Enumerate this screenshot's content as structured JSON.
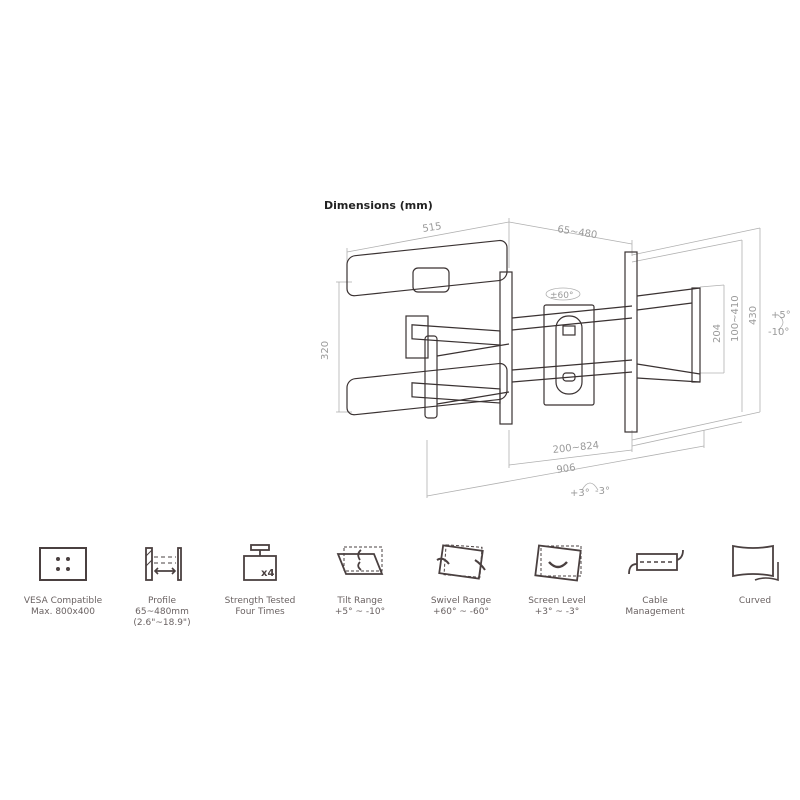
{
  "title": "Dimensions (mm)",
  "dimensions": {
    "arm_width": "515",
    "profile": "65~480",
    "arm_height": "320",
    "swivel": "±60°",
    "plate_height": "204",
    "vesa_vertical": "100~410",
    "total_height": "430",
    "tilt_up": "+5°",
    "tilt_down": "-10°",
    "vesa_horizontal": "200~824",
    "total_width": "906",
    "level_plus": "+3°",
    "level_minus": "-3°"
  },
  "colors": {
    "line": "#3a3232",
    "dim_line": "#9a9a9a",
    "icon": "#4a4040"
  },
  "features": [
    {
      "icon": "vesa-icon",
      "label": "VESA Compatible\nMax. 800x400"
    },
    {
      "icon": "profile-icon",
      "label": "Profile\n65~480mm\n(2.6\"~18.9\")"
    },
    {
      "icon": "weight-icon",
      "label": "Strength Tested\nFour Times",
      "badge": "x4"
    },
    {
      "icon": "tilt-icon",
      "label": "Tilt Range\n+5° ~ -10°"
    },
    {
      "icon": "swivel-icon",
      "label": "Swivel Range\n+60° ~ -60°"
    },
    {
      "icon": "screen-level-icon",
      "label": "Screen Level\n+3° ~ -3°"
    },
    {
      "icon": "cable-icon",
      "label": "Cable\nManagement"
    },
    {
      "icon": "curved-icon",
      "label": "Curved"
    }
  ]
}
